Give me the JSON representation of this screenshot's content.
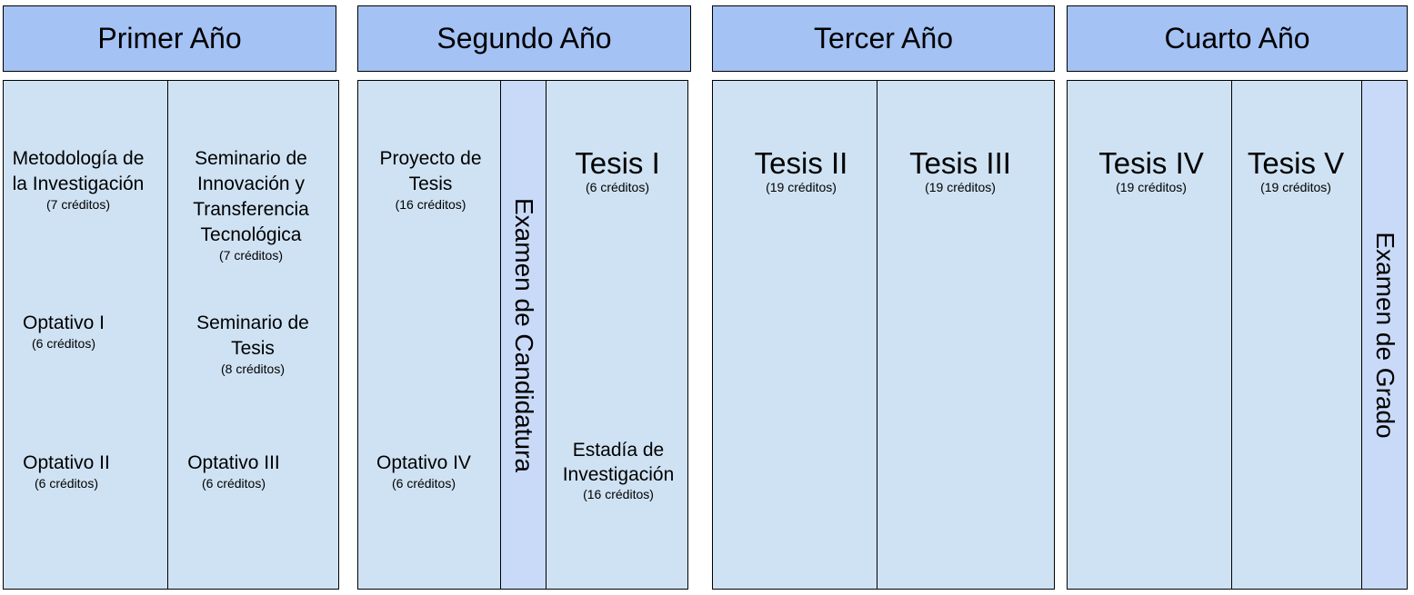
{
  "years": {
    "y1": "Primer Año",
    "y2": "Segundo Año",
    "y3": "Tercer Año",
    "y4": "Cuarto Año"
  },
  "exams": {
    "candidatura": "Examen de Candidatura",
    "grado": "Examen de Grado"
  },
  "courses": {
    "metodologia": {
      "name": "Metodología de la Investigación",
      "credits": "(7 créditos)"
    },
    "seminario_innovacion": {
      "name": "Seminario de Innovación y Transferencia Tecnológica",
      "credits": "(7 créditos)"
    },
    "optativo1": {
      "name": "Optativo I",
      "credits": "(6 créditos)"
    },
    "seminario_tesis": {
      "name": "Seminario de Tesis",
      "credits": "(8 créditos)"
    },
    "optativo2": {
      "name": "Optativo II",
      "credits": "(6 créditos)"
    },
    "optativo3": {
      "name": "Optativo III",
      "credits": "(6 créditos)"
    },
    "proyecto_tesis": {
      "name": "Proyecto de Tesis",
      "credits": "(16 créditos)"
    },
    "optativo4": {
      "name": "Optativo IV",
      "credits": "(6 créditos)"
    },
    "tesis1": {
      "name": "Tesis I",
      "credits": "(6 créditos)"
    },
    "estadia": {
      "name": "Estadía de Investigación",
      "credits": "(16 créditos)"
    },
    "tesis2": {
      "name": "Tesis II",
      "credits": "(19 créditos)"
    },
    "tesis3": {
      "name": "Tesis III",
      "credits": "(19 créditos)"
    },
    "tesis4": {
      "name": "Tesis IV",
      "credits": "(19 créditos)"
    },
    "tesis5": {
      "name": "Tesis V",
      "credits": "(19 créditos)"
    }
  }
}
